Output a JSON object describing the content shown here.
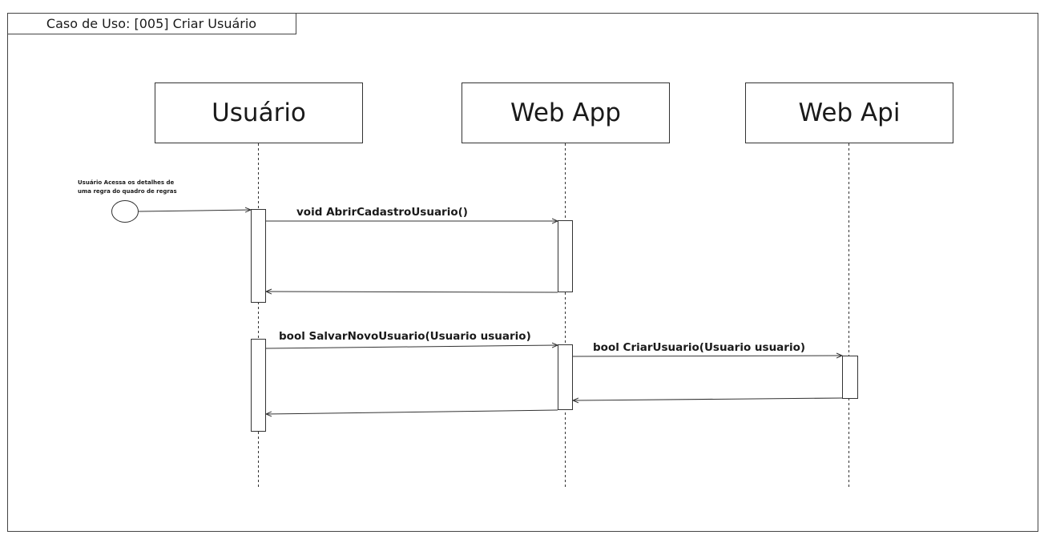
{
  "frame": {
    "title": "Caso de Uso: [005] Criar Usuário"
  },
  "participants": [
    {
      "id": "usuario",
      "label": "Usuário"
    },
    {
      "id": "webapp",
      "label": "Web App"
    },
    {
      "id": "webapi",
      "label": "Web Api"
    }
  ],
  "initial_note": {
    "line1": "Usuário Acessa os detalhes de",
    "line2": "uma regra do quadro de regras"
  },
  "messages": [
    {
      "from": "usuario",
      "to": "webapp",
      "label": "void AbrirCadastroUsuario()",
      "kind": "call"
    },
    {
      "from": "webapp",
      "to": "usuario",
      "label": "",
      "kind": "return"
    },
    {
      "from": "usuario",
      "to": "webapp",
      "label": "bool SalvarNovoUsuario(Usuario usuario)",
      "kind": "call"
    },
    {
      "from": "webapp",
      "to": "webapi",
      "label": "bool CriarUsuario(Usuario usuario)",
      "kind": "call"
    },
    {
      "from": "webapi",
      "to": "webapp",
      "label": "",
      "kind": "return"
    },
    {
      "from": "webapp",
      "to": "usuario",
      "label": "",
      "kind": "return"
    }
  ],
  "colors": {
    "stroke": "#333333",
    "text": "#1a1a1a",
    "background": "#ffffff"
  }
}
